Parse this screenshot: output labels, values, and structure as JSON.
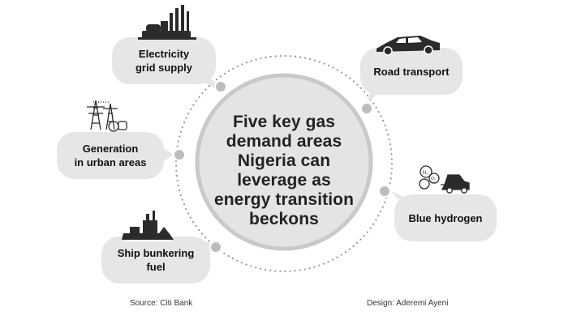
{
  "center": {
    "lines": [
      "Five key gas",
      "demand areas",
      "Nigeria can",
      "leverage as",
      "energy transition",
      "beckons"
    ]
  },
  "nodes": [
    {
      "id": "electricity",
      "lines": [
        "Electricity",
        "grid supply"
      ],
      "icon": "factory-icon"
    },
    {
      "id": "road",
      "lines": [
        "Road transport"
      ],
      "icon": "car-icon"
    },
    {
      "id": "generation",
      "lines": [
        "Generation",
        "in urban areas"
      ],
      "icon": "power-pylon-icon"
    },
    {
      "id": "hydrogen",
      "lines": [
        "Blue hydrogen"
      ],
      "icon": "hydrogen-vehicle-icon"
    },
    {
      "id": "ship",
      "lines": [
        "Ship bunkering",
        "fuel"
      ],
      "icon": "ship-icon"
    }
  ],
  "footer": {
    "source": "Source: Citi Bank",
    "design": "Design: Aderemi Ayeni"
  },
  "colors": {
    "bubble": "#e6e6e6",
    "center_fill": "#e4e4e4",
    "center_stroke": "#c7c7c7",
    "dots": "#9a9a9a",
    "node": "#bdbdbd",
    "ink": "#2b2b2b"
  }
}
